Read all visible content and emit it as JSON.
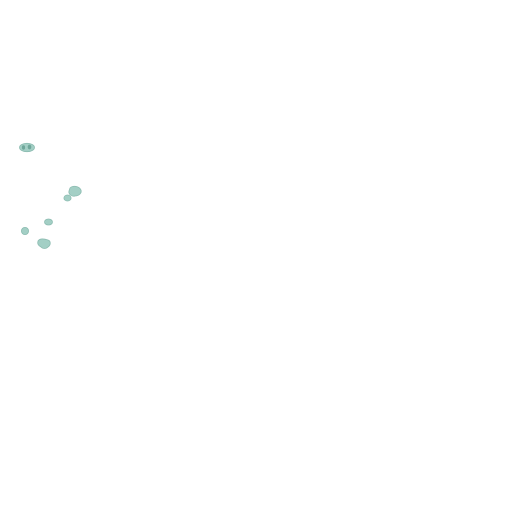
{
  "map": {
    "background_color": "#ffffff",
    "land_fill": "#a3cfc5",
    "land_stroke": "#8cbcb1",
    "detail_color": "#6fa79a",
    "features": [
      {
        "name": "island-group-1"
      },
      {
        "name": "island-group-2"
      },
      {
        "name": "island-3"
      },
      {
        "name": "island-4"
      },
      {
        "name": "island-5"
      }
    ]
  }
}
